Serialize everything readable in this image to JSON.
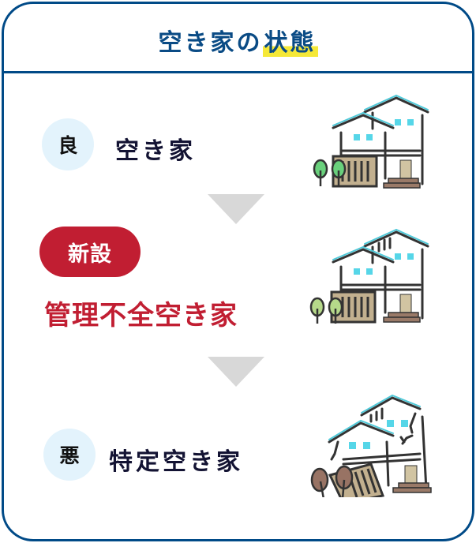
{
  "header": {
    "title_part1": "空き家の",
    "title_highlight": "状態"
  },
  "states": [
    {
      "grade": "良",
      "label": "空き家",
      "illustration": "house-good-icon"
    },
    {
      "tag": "新設",
      "label": "管理不全空き家",
      "illustration": "house-neglected-icon"
    },
    {
      "grade": "悪",
      "label": "特定空き家",
      "illustration": "house-ruined-icon"
    }
  ],
  "colors": {
    "border": "#004a87",
    "title": "#0a4b85",
    "highlight": "#f5e837",
    "accent_red": "#c11e32",
    "grade_circle": "#e3f3fc",
    "arrow": "#d8d8d8"
  }
}
